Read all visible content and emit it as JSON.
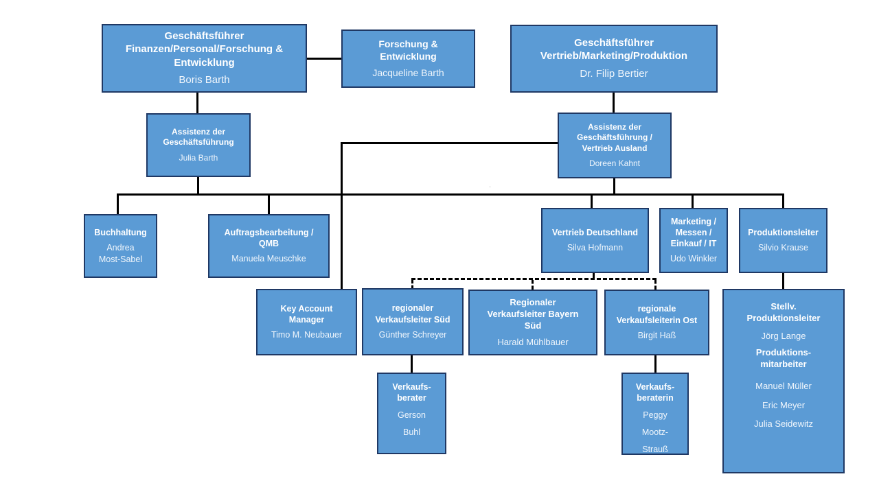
{
  "diagram": {
    "colors": {
      "node_fill": "#5B9BD5",
      "node_border": "#1F3864",
      "connector": "#000000",
      "title_text": "#FFFFFF",
      "person_text": "#F0F6FC"
    },
    "stray_mark": "."
  },
  "nodes": {
    "gf_finanzen": {
      "title": "Geschäftsführer\nFinanzen/Personal/Forschung &\nEntwicklung",
      "person": "Boris Barth"
    },
    "forschung": {
      "title": "Forschung &\nEntwicklung",
      "person": "Jacqueline Barth"
    },
    "gf_vertrieb": {
      "title": "Geschäftsführer\nVertrieb/Marketing/Produktion",
      "person": "Dr. Filip Bertier"
    },
    "assistenz1": {
      "title": "Assistenz der\nGeschäftsführung",
      "person": "Julia Barth"
    },
    "assistenz2": {
      "title": "Assistenz der\nGeschäftsführung /\nVertrieb Ausland",
      "person": "Doreen Kahnt"
    },
    "buchhaltung": {
      "title": "Buchhaltung",
      "person": "Andrea\nMost-Sabel"
    },
    "auftrag": {
      "title": "Auftragsbearbeitung /\nQMB",
      "person": "Manuela Meuschke"
    },
    "vertrieb_de": {
      "title": "Vertrieb Deutschland",
      "person": "Silva Hofmann"
    },
    "marketing": {
      "title": "Marketing /\nMessen /\nEinkauf / IT",
      "person": "Udo Winkler"
    },
    "produktionsleiter": {
      "title": "Produktionsleiter",
      "person": "Silvio Krause"
    },
    "kam": {
      "title": "Key Account\nManager",
      "person": "Timo M. Neubauer"
    },
    "rv_sued": {
      "title": "regionaler\nVerkaufsleiter Süd",
      "person": "Günther Schreyer"
    },
    "rv_bayern": {
      "title": "Regionaler\nVerkaufsleiter Bayern\nSüd",
      "person": "Harald Mühlbauer"
    },
    "rv_ost": {
      "title": "regionale\nVerkaufsleiterin Ost",
      "person": "Birgit Haß"
    },
    "stellv": {
      "title": "Stellv.\nProduktionsleiter",
      "person": "Jörg Lange",
      "title2": "Produktions-\nmitarbeiter",
      "members": [
        "Manuel Müller",
        "Eric Meyer",
        "Julia Seidewitz"
      ]
    },
    "vberater": {
      "title": "Verkaufs-\nberater",
      "person": "Gerson\nBuhl"
    },
    "vberaterin": {
      "title": "Verkaufs-\nberaterin",
      "person": "Peggy\nMootz-\nStrauß"
    }
  }
}
